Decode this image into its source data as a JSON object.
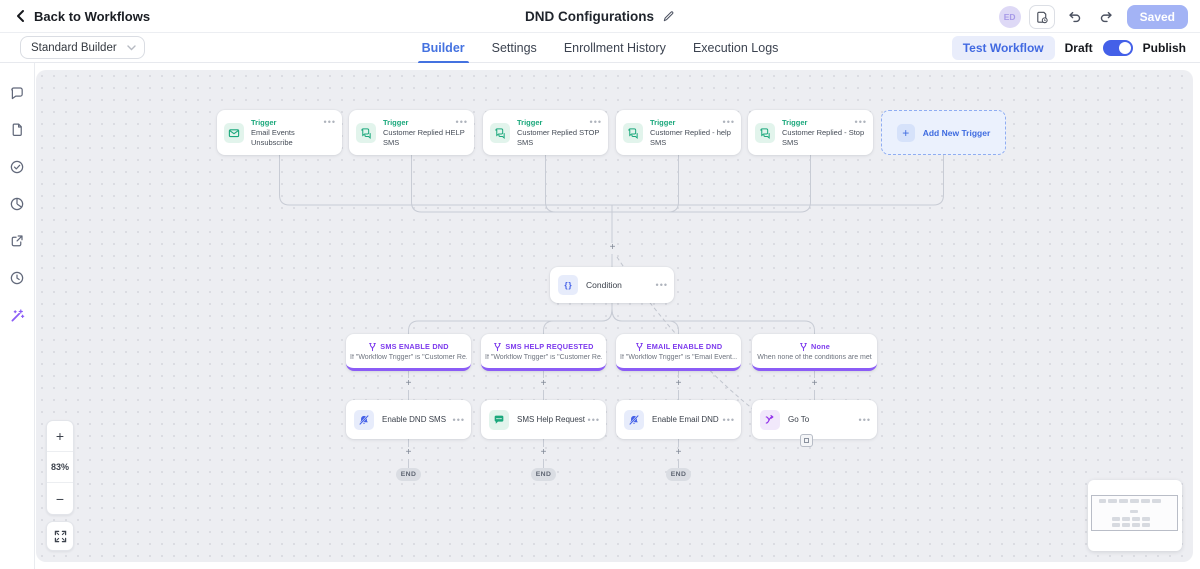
{
  "header": {
    "back": "Back to Workflows",
    "title": "DND Configurations",
    "avatar": "ED",
    "saved": "Saved"
  },
  "toolbar": {
    "builder_mode": "Standard Builder",
    "tabs": [
      "Builder",
      "Settings",
      "Enrollment History",
      "Execution Logs"
    ],
    "test_workflow": "Test Workflow",
    "draft": "Draft",
    "publish": "Publish"
  },
  "canvas": {
    "zoom": "83%",
    "triggers": [
      {
        "type": "Trigger",
        "label": "Email Events Unsubscribe"
      },
      {
        "type": "Trigger",
        "label": "Customer Replied HELP SMS"
      },
      {
        "type": "Trigger",
        "label": "Customer Replied STOP SMS"
      },
      {
        "type": "Trigger",
        "label": "Customer Replied - help SMS"
      },
      {
        "type": "Trigger",
        "label": "Customer Replied - Stop SMS"
      }
    ],
    "add_trigger": "Add New Trigger",
    "condition": "Condition",
    "branches": [
      {
        "title": "SMS ENABLE DND",
        "subtitle": "If \"Workflow Trigger\" is \"Customer Re..."
      },
      {
        "title": "SMS HELP REQUESTED",
        "subtitle": "If \"Workflow Trigger\" is \"Customer Re..."
      },
      {
        "title": "EMAIL ENABLE DND",
        "subtitle": "If \"Workflow Trigger\" is \"Email Event..."
      },
      {
        "title": "None",
        "subtitle": "When none of the conditions are met"
      }
    ],
    "actions": [
      {
        "label": "Enable DND SMS"
      },
      {
        "label": "SMS Help Request"
      },
      {
        "label": "Enable Email DND"
      },
      {
        "label": "Go To"
      }
    ],
    "end": "END"
  },
  "colors": {
    "accent_blue": "#4472e0",
    "trigger_green": "#1ba87c",
    "branch_purple": "#7c3aed"
  }
}
